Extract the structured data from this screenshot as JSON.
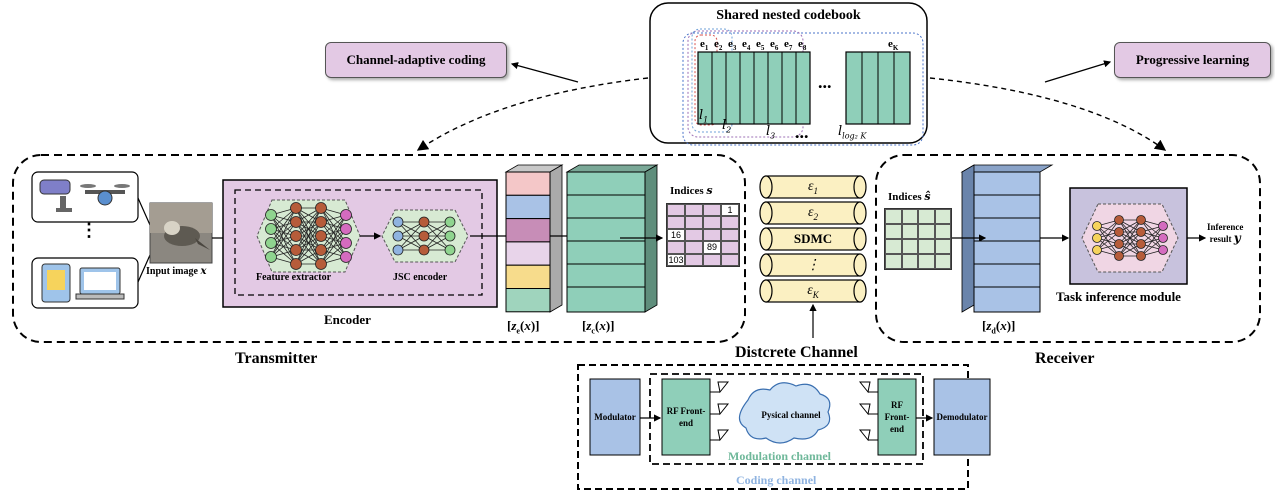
{
  "codebook": {
    "title": "Shared nested codebook",
    "vectors": [
      "e",
      "e",
      "e",
      "e",
      "e",
      "e",
      "e",
      "e",
      "e"
    ],
    "vector_subs": [
      "1",
      "2",
      "3",
      "4",
      "5",
      "6",
      "7",
      "8",
      "K"
    ],
    "levels": [
      "l",
      "l",
      "l",
      "l"
    ],
    "level_subs": [
      "1",
      "2",
      "3",
      "log₂ K"
    ],
    "ellipsis": "..."
  },
  "side_labels": {
    "left": "Channel-adaptive coding",
    "right": "Progressive learning"
  },
  "transmitter": {
    "label": "Transmitter",
    "input_label": "Input image",
    "input_var": "x",
    "encoder_label": "Encoder",
    "feature_extractor": "Feature extractor",
    "jsc_encoder": "JSC encoder",
    "ze_label": "[ze(x)]",
    "zc_label": "[zc(x)]",
    "indices_label": "Indices",
    "indices_var": "s",
    "indices_values": [
      "",
      "",
      "",
      "1",
      "",
      "",
      "",
      "",
      "16",
      "",
      "",
      "",
      "",
      "",
      "89",
      "",
      "103",
      "",
      "",
      ""
    ],
    "ze_colors": [
      "#f4c7c8",
      "#a9c2e6",
      "#c78db7",
      "#e8d4ea",
      "#f7dc8c",
      "#9fd4bd"
    ]
  },
  "channel": {
    "label": "Distcrete Channel",
    "sdmc": "SDMC",
    "eps": [
      "ε1",
      "ε2",
      "SDMC",
      "⋮",
      "εK"
    ],
    "modulator": "Modulator",
    "rf_tx": "RF Front-end",
    "physical": "Pysical channel",
    "rf_rx": "RF Front-end",
    "demodulator": "Demodulator",
    "modulation_channel": "Modulation channel",
    "coding_channel": "Coding channel"
  },
  "receiver": {
    "label": "Receiver",
    "indices_label": "Indices",
    "indices_var": "ŝ",
    "zd_label": "[zd(x)]",
    "task_module": "Task inference module",
    "inference_result": "Inference",
    "inference_result2": "result",
    "inference_var": "y"
  }
}
